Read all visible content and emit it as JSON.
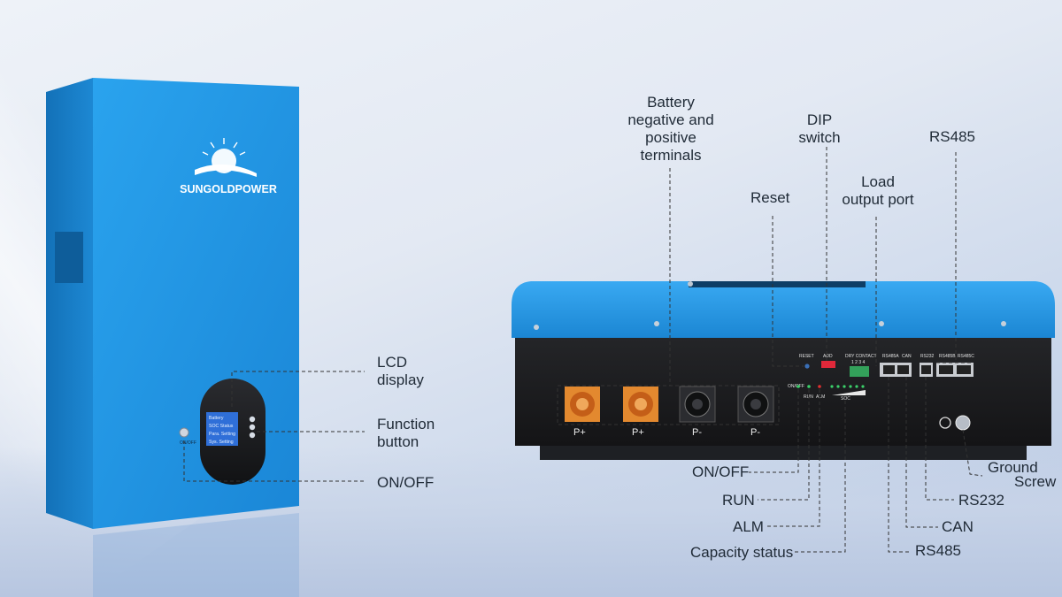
{
  "brand": {
    "logo_text": "SUNGOLDPOWER"
  },
  "lcd": {
    "lines": [
      "Battery",
      "SOC Status",
      "Para. Setting",
      "Sys. Setting"
    ]
  },
  "left_unit": {
    "onoff_text": "ON/OFF"
  },
  "callouts_left": {
    "lcd": "LCD\ndisplay",
    "function": "Function\nbutton",
    "onoff": "ON/OFF"
  },
  "callouts_top": {
    "terminals": "Battery\nnegative and\npositive\nterminals",
    "reset": "Reset",
    "dip": "DIP\nswitch",
    "load": "Load\noutput port",
    "rs485": "RS485"
  },
  "callouts_bottom": {
    "onoff": "ON/OFF",
    "run": "RUN",
    "alm": "ALM",
    "capacity": "Capacity status",
    "ground": "Ground\nScrew",
    "rs232": "RS232",
    "can": "CAN",
    "rs485": "RS485"
  },
  "panel": {
    "terminals": [
      "P+",
      "P+",
      "P-",
      "P-"
    ],
    "reset": "RESET",
    "add": "ADD",
    "dry_contact": "DRY CONTACT",
    "dry_nums": "1 2 3 4",
    "rs485a": "RS485A",
    "can": "CAN",
    "rs232": "RS232",
    "rs485b": "RS485B",
    "rs485c": "RS485C",
    "onoff": "ON/OFF",
    "run": "RUN",
    "alm": "ALM",
    "soc": "SOC"
  },
  "colors": {
    "battery_blue": "#1f8fe0",
    "panel_black": "#1b1b1d",
    "terminal_orange": "#e8852a",
    "label_text": "#1f2a36"
  }
}
